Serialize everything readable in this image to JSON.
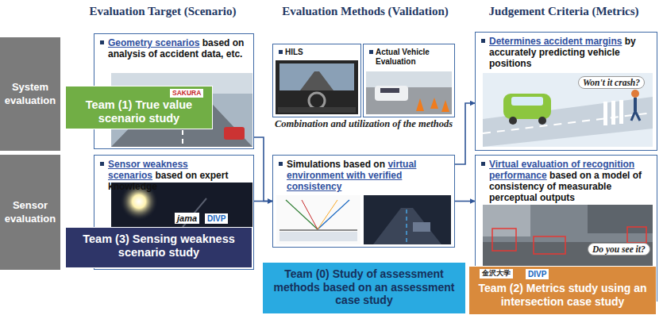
{
  "diagram": {
    "nodes": [
      {
        "text": [
          "System evaluation"
        ]
      },
      {
        "text": [
          "Geometry scenarios",
          "based on analysis of accident data, etc."
        ]
      },
      {
        "text": [
          "Team (1) True value scenario study"
        ]
      },
      {
        "text": [
          "HILS"
        ]
      },
      {
        "text": [
          "Actual Vehicle Evaluation"
        ]
      },
      {
        "text": [
          "Determines accident margins",
          "by accurately predicting vehicle positions"
        ]
      },
      {
        "text": [
          "Sensor evaluation"
        ]
      },
      {
        "text": [
          "Sensor weakness scenarios",
          "based on expert knowledge"
        ]
      },
      {
        "text": [
          "Team (3) Sensing weakness scenario study"
        ]
      },
      {
        "text": [
          "Simulations based on",
          "virtual environment with verified consistency"
        ]
      },
      {
        "text": [
          "Team (0) Study of assessment methods based on an assessment case study"
        ]
      },
      {
        "text": [
          "Virtual evaluation of recognition performance",
          "based on a model of consistency of measurable perceptual outputs"
        ]
      },
      {
        "text": [
          "Team (2) Metrics study using an intersection case study"
        ]
      }
    ],
    "edges": [
      {
        "from": 1,
        "to": 9,
        "arrow": "to"
      },
      {
        "from": 7,
        "to": 9,
        "arrow": "to"
      },
      {
        "from": 9,
        "to": 11,
        "arrow": "to"
      },
      {
        "from": 9,
        "to": 5,
        "arrow": "to"
      }
    ],
    "labels": [
      "Evaluation Target (Scenario)",
      "Evaluation Methods (Validation)",
      "Judgement Criteria (Metrics)",
      "Combination and utilization of the methods",
      "Won't it crash?",
      "Do you see it?",
      "SAKURA",
      "jama",
      "DIVP",
      "金沢大学",
      "DIVP"
    ]
  }
}
